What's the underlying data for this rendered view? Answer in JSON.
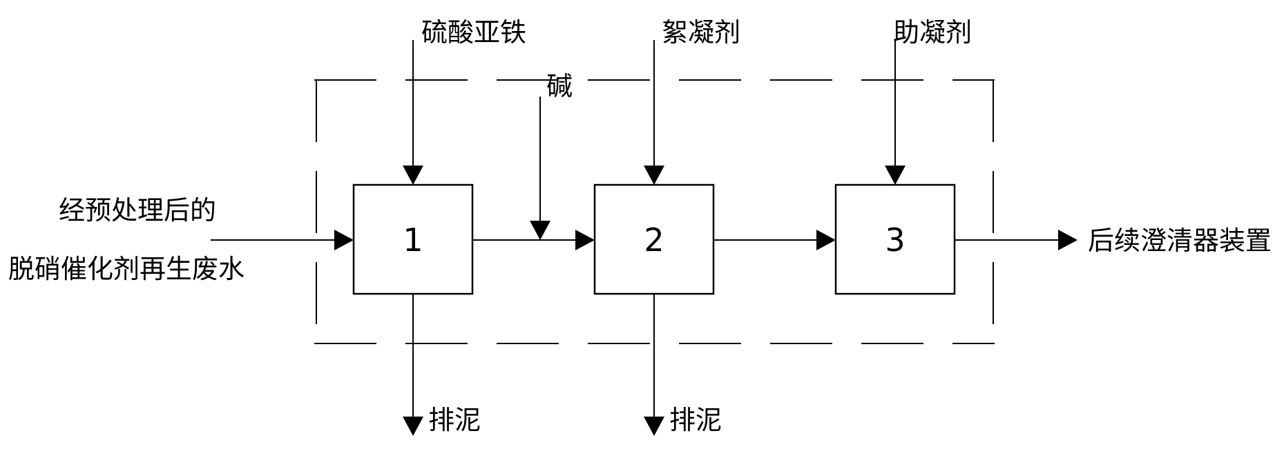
{
  "inputs": {
    "feed_line1": "经预处理后的",
    "feed_line2": "脱硝催化剂再生废水",
    "reagent_1": "硫酸亚铁",
    "reagent_base": "碱",
    "reagent_2": "絮凝剂",
    "reagent_3": "助凝剂"
  },
  "units": [
    {
      "id": "1"
    },
    {
      "id": "2"
    },
    {
      "id": "3"
    }
  ],
  "outputs": {
    "sludge_1": "排泥",
    "sludge_2": "排泥",
    "downstream": "后续澄清器装置"
  }
}
